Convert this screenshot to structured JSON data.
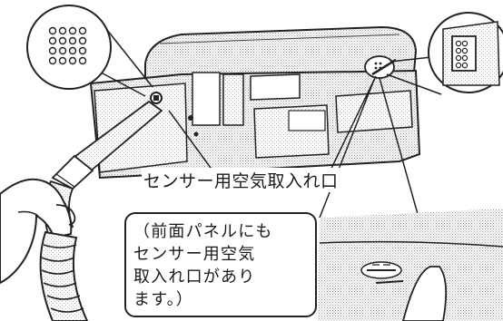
{
  "labels": {
    "main": "センサー用空気取入れ口",
    "note": [
      "（前面パネルにも",
      "センサー用空気",
      "取入れ口があり",
      "ます。）"
    ]
  },
  "colors": {
    "line": "#222222",
    "dots": "#cfcfcf",
    "background": "#ffffff"
  }
}
